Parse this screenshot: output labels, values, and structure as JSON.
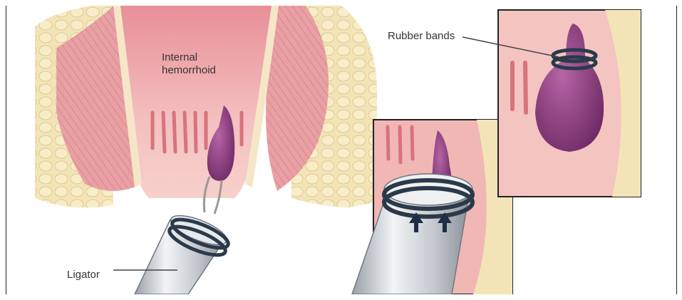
{
  "labels": {
    "internal_hemorrhoid": "Internal\nhemorrhoid",
    "rubber_bands": "Rubber bands",
    "ligator": "Ligator"
  },
  "colors": {
    "mucosa_pink": "#e8a1a5",
    "inner_canal": "#f2b8b8",
    "fat_yellow": "#f2e0b0",
    "hemorrhoid_purple": "#8a3a7a",
    "band_dark": "#2a3a4a",
    "ligator_silver": "#d0d4d8"
  }
}
